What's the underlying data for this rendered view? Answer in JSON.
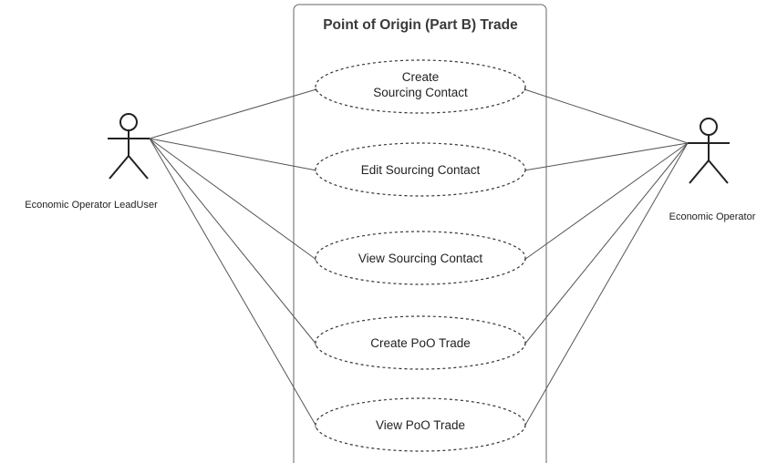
{
  "system": {
    "title": "Point of Origin (Part B) Trade"
  },
  "actors": [
    {
      "id": "lead",
      "name": "Economic Operator LeadUser",
      "icon": "stick-figure-icon"
    },
    {
      "id": "op",
      "name": "Economic Operator",
      "icon": "stick-figure-icon"
    }
  ],
  "use_cases": [
    {
      "id": "create-sourcing-contact",
      "lines": [
        "Create",
        "Sourcing Contact"
      ]
    },
    {
      "id": "edit-sourcing-contact",
      "lines": [
        "Edit Sourcing Contact"
      ]
    },
    {
      "id": "view-sourcing-contact",
      "lines": [
        "View Sourcing Contact"
      ]
    },
    {
      "id": "create-poo-trade",
      "lines": [
        "Create PoO Trade"
      ]
    },
    {
      "id": "view-poo-trade",
      "lines": [
        "View PoO Trade"
      ]
    }
  ],
  "associations": [
    {
      "actor": "lead",
      "use_case": "create-sourcing-contact"
    },
    {
      "actor": "lead",
      "use_case": "edit-sourcing-contact"
    },
    {
      "actor": "lead",
      "use_case": "view-sourcing-contact"
    },
    {
      "actor": "lead",
      "use_case": "create-poo-trade"
    },
    {
      "actor": "lead",
      "use_case": "view-poo-trade"
    },
    {
      "actor": "op",
      "use_case": "create-sourcing-contact"
    },
    {
      "actor": "op",
      "use_case": "edit-sourcing-contact"
    },
    {
      "actor": "op",
      "use_case": "view-sourcing-contact"
    },
    {
      "actor": "op",
      "use_case": "create-poo-trade"
    },
    {
      "actor": "op",
      "use_case": "view-poo-trade"
    }
  ],
  "colors": {
    "stroke": "#333333",
    "line": "#555555",
    "text": "#222222"
  }
}
